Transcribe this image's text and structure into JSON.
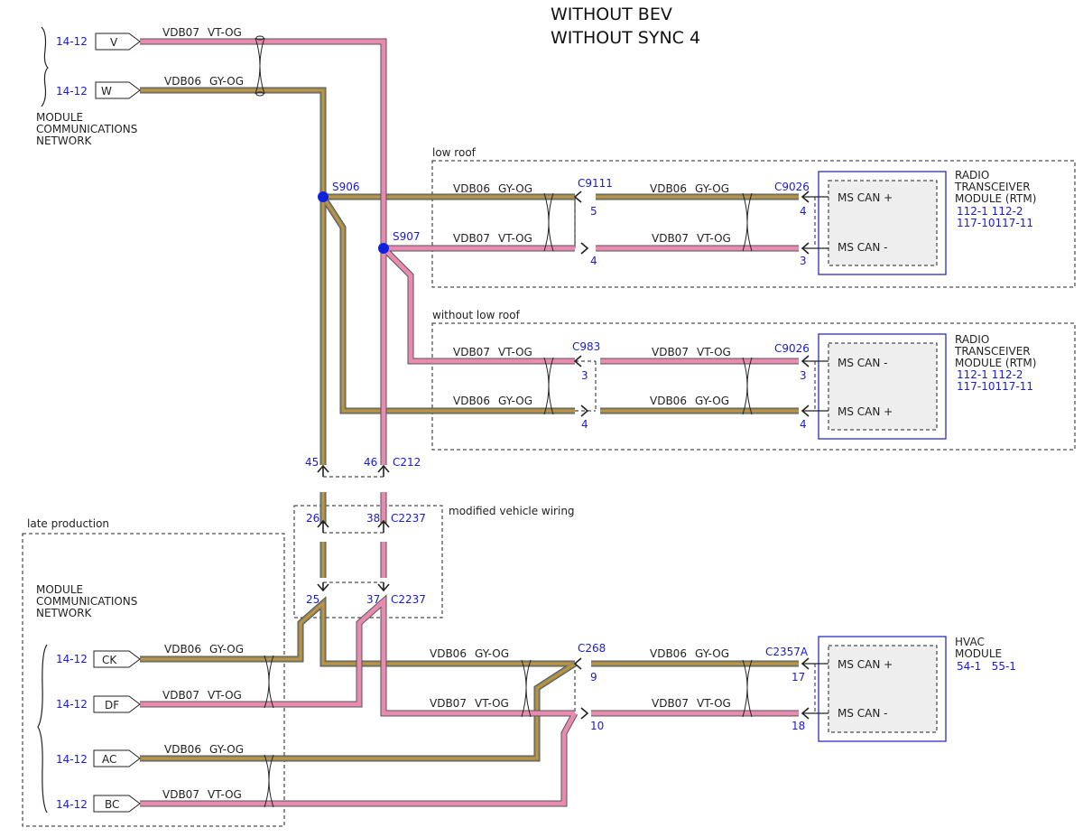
{
  "title": {
    "line1": "WITHOUT BEV",
    "line2": "WITHOUT SYNC 4"
  },
  "colors": {
    "vt_og_wire": "#e98bb0",
    "gy_og_wire": "#8f8a62",
    "gy_og_stripe": "#d9962a",
    "wire_outline": "#555555",
    "blue_text": "#1a1ad8",
    "module_border": "#2b2bd0",
    "module_fill": "#eeeeee",
    "splice_dot": "#1020e0"
  },
  "wires": {
    "vdb07": "VDB07",
    "vdb06": "VDB06",
    "vt_og": "VT-OG",
    "gy_og": "GY-OG"
  },
  "top_network": {
    "label": [
      "MODULE",
      "COMMUNICATIONS",
      "NETWORK"
    ],
    "ref_v": "14-12",
    "ref_w": "14-12",
    "pin_v": "V",
    "pin_w": "W"
  },
  "splices": {
    "s906": "S906",
    "s907": "S907"
  },
  "low_roof": {
    "label": "low roof",
    "connector_mid": "C9111",
    "pin_mid_gy": "5",
    "pin_mid_vt": "4",
    "connector_module": "C9026",
    "pin_mod_gy": "4",
    "pin_mod_vt": "3",
    "module": {
      "name": [
        "RADIO",
        "TRANSCEIVER",
        "MODULE (RTM)"
      ],
      "refs": [
        "112-1 112-2",
        "117-10117-11"
      ],
      "pin_plus": "MS CAN +",
      "pin_minus": "MS CAN -"
    }
  },
  "without_low_roof": {
    "label": "without low roof",
    "connector_mid": "C983",
    "pin_mid_vt": "3",
    "pin_mid_gy": "4",
    "connector_module": "C9026",
    "pin_mod_vt": "3",
    "pin_mod_gy": "4",
    "module": {
      "name": [
        "RADIO",
        "TRANSCEIVER",
        "MODULE (RTM)"
      ],
      "refs": [
        "112-1 112-2",
        "117-10117-11"
      ],
      "pin_minus": "MS CAN -",
      "pin_plus": "MS CAN +"
    }
  },
  "c212": {
    "name": "C212",
    "pin_gy": "45",
    "pin_vt": "46"
  },
  "modified_wiring": {
    "label": "modified vehicle wiring",
    "upper_connector": "C2237",
    "upper_pin_gy": "26",
    "upper_pin_vt": "38",
    "lower_connector": "C2237",
    "lower_pin_gy": "25",
    "lower_pin_vt": "37"
  },
  "late_production": {
    "label": "late production",
    "network_label": [
      "MODULE",
      "COMMUNICATIONS",
      "NETWORK"
    ],
    "pins": [
      {
        "ref": "14-12",
        "pin": "CK"
      },
      {
        "ref": "14-12",
        "pin": "DF"
      },
      {
        "ref": "14-12",
        "pin": "AC"
      },
      {
        "ref": "14-12",
        "pin": "BC"
      }
    ]
  },
  "hvac": {
    "connector_mid": "C268",
    "pin_mid_gy": "9",
    "pin_mid_vt": "10",
    "connector_module": "C2357A",
    "pin_mod_gy": "17",
    "pin_mod_vt": "18",
    "module": {
      "name": [
        "HVAC",
        "MODULE"
      ],
      "refs": [
        "54-1   55-1"
      ],
      "pin_plus": "MS CAN +",
      "pin_minus": "MS CAN -"
    }
  }
}
